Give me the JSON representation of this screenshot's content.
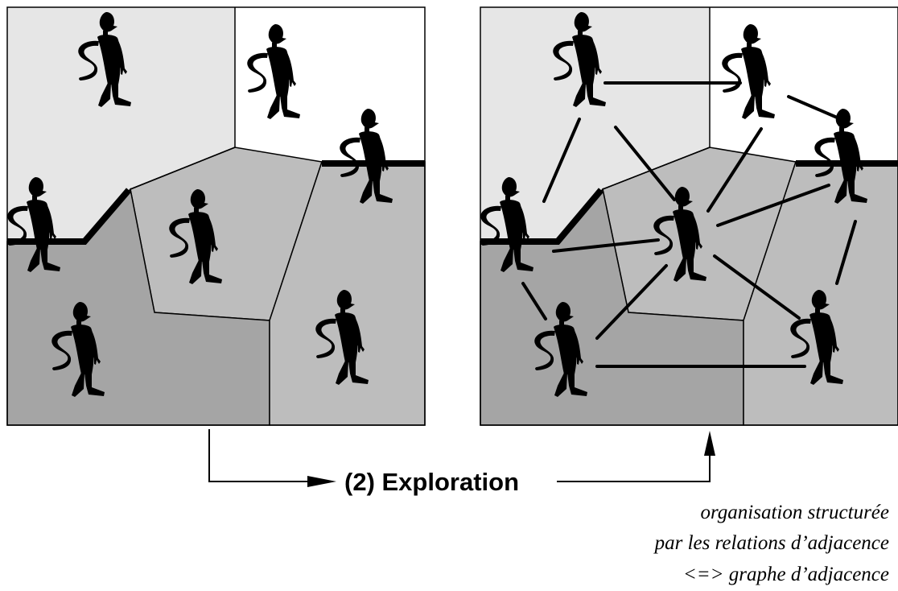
{
  "step_label": "(2) Exploration",
  "caption_lines": [
    "organisation structurée",
    "par les relations d’adjacence",
    "<=> graphe d’adjacence"
  ],
  "colors": {
    "region_light": "#e6e6e6",
    "region_white": "#ffffff",
    "region_medium": "#bdbdbd",
    "region_dark": "#a5a5a5",
    "agent": "#000000",
    "outline": "#000000"
  },
  "icons": {
    "agent": "robot-agent-icon",
    "arrow": "arrow-head-icon"
  }
}
